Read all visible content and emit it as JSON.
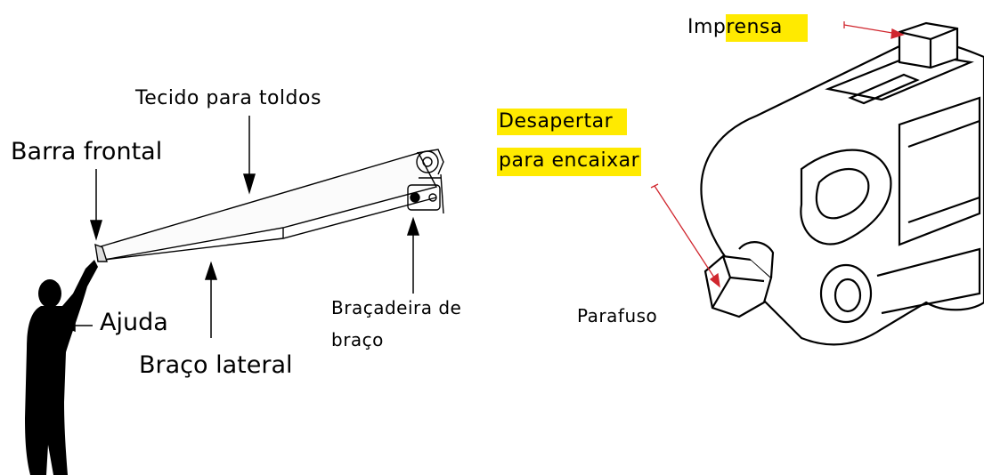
{
  "left_diagram": {
    "labels": {
      "fabric": "Tecido para toldos",
      "front_bar": "Barra frontal",
      "helper": "Ajuda",
      "side_arm": "Braço lateral",
      "arm_bracket_line1": "Braçadeira de",
      "arm_bracket_line2": "braço"
    }
  },
  "right_diagram": {
    "labels": {
      "press_plain": "Imp",
      "press_highlight": "rensa",
      "loosen_line1": "Desapertar",
      "loosen_line2": "para encaixar",
      "screw": "Parafuso"
    }
  },
  "colors": {
    "highlight": "#ffea00",
    "pointer_red": "#d0262e",
    "ink": "#000000"
  }
}
